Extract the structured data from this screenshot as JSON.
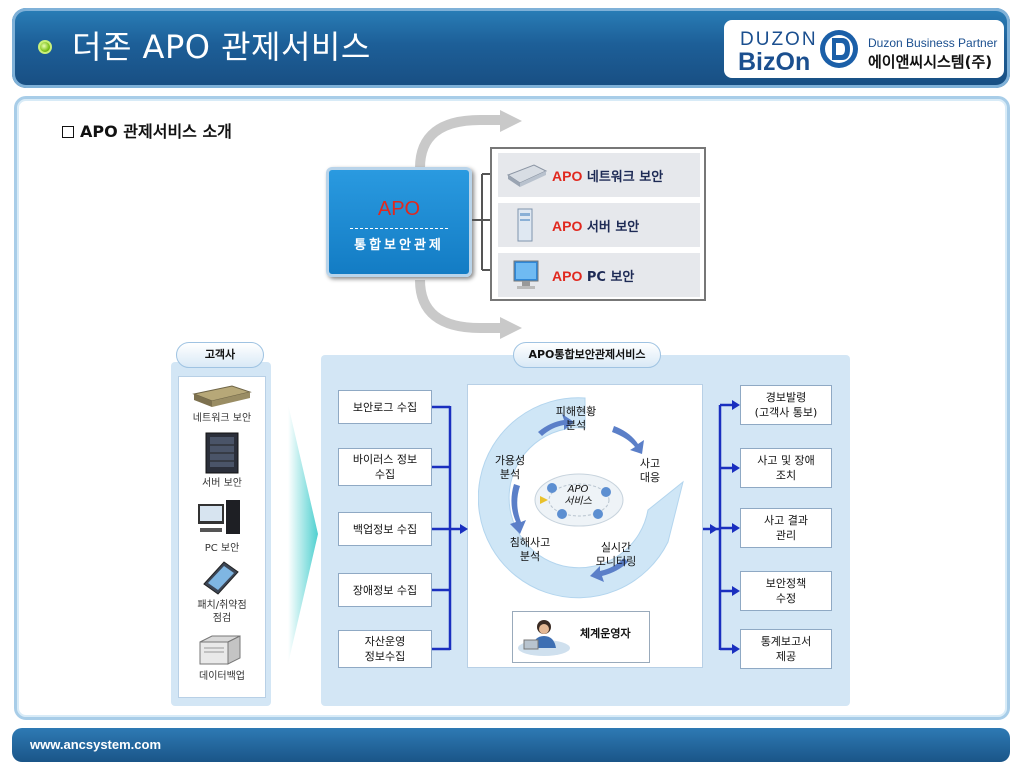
{
  "header": {
    "title": "더존 APO 관제서비스",
    "logo_brand_top": "DUZON",
    "logo_brand_bottom": "BizOn",
    "partner_title": "Duzon Business Partner",
    "partner_name": "에이앤씨시스템(주)"
  },
  "section_title": "APO 관제서비스 소개",
  "apo_box": {
    "name": "APO",
    "subtitle": "통합보안관제"
  },
  "security_items": [
    {
      "apo": "APO",
      "label": " 네트워크 보안",
      "icon": "network-appliance-icon"
    },
    {
      "apo": "APO",
      "label": " 서버 보안",
      "icon": "server-tower-icon"
    },
    {
      "apo": "APO",
      "label": " PC 보안",
      "icon": "pc-monitor-icon"
    }
  ],
  "customer": {
    "tab": "고객사",
    "items": [
      {
        "label": "네트워크 보안",
        "icon": "network-appliance-icon"
      },
      {
        "label": "서버 보안",
        "icon": "server-rack-icon"
      },
      {
        "label": "PC 보안",
        "icon": "desktop-pc-icon"
      },
      {
        "label": "패치/취약점\n점검",
        "icon": "patch-tablet-icon"
      },
      {
        "label": "데이터백업",
        "icon": "backup-storage-icon"
      }
    ]
  },
  "service": {
    "tab": "APO통합보안관제서비스",
    "inputs": [
      "보안로그 수집",
      "바이러스 정보\n수집",
      "백업정보 수집",
      "장애정보 수집",
      "자산운영\n정보수집"
    ],
    "cycle": {
      "center": "APO\n서비스",
      "stages": [
        "피해현황\n분석",
        "사고\n대응",
        "실시간\n모니터링",
        "침해사고\n분석",
        "가용성\n분석"
      ]
    },
    "operator": "체계운영자",
    "outputs": [
      "경보발령\n(고객사 통보)",
      "사고 및 장애\n조치",
      "사고 결과\n관리",
      "보안정책\n수정",
      "통계보고서\n제공"
    ]
  },
  "footer": {
    "url": "www.ancsystem.com"
  },
  "colors": {
    "header_blue": "#1d5f98",
    "apo_red": "#e1281e",
    "apo_box_blue": "#1a8ad6",
    "flow_line_blue": "#1a2fbf",
    "panel_bg": "#d3e6f5"
  }
}
